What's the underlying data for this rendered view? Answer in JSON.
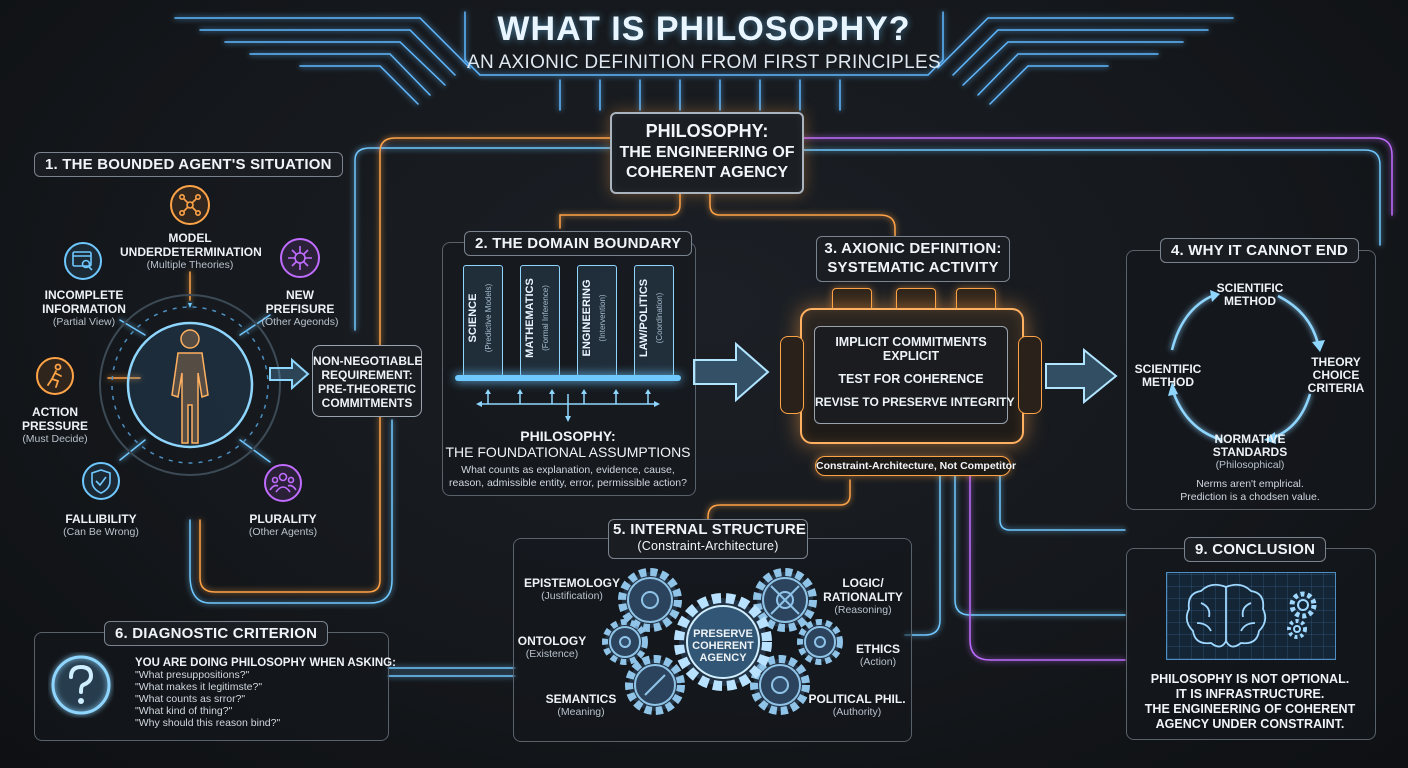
{
  "header": {
    "title": "WHAT IS PHILOSOPHY?",
    "subtitle": "AN AXIONIC DEFINITION FROM FIRST PRINCIPLES"
  },
  "center_box": {
    "line1": "PHILOSOPHY:",
    "line2": "THE ENGINEERING OF",
    "line3": "COHERENT AGENCY"
  },
  "section1": {
    "title": "1. THE BOUNDED AGENT'S SITUATION",
    "items": [
      {
        "name": "MODEL",
        "name2": "UNDERDETERMINATION",
        "note": "(Multiple Theories)"
      },
      {
        "name": "INCOMPLETE",
        "name2": "INFORMATION",
        "note": "(Partial View)"
      },
      {
        "name": "NEW",
        "name2": "PREFISURE",
        "note": "(Other Ageonds)"
      },
      {
        "name": "ACTION",
        "name2": "PRESSURE",
        "note": "(Must Decide)"
      },
      {
        "name": "FALLIBILITY",
        "name2": "",
        "note": "(Can Be Wrong)"
      },
      {
        "name": "PLURALITY",
        "name2": "",
        "note": "(Other Agents)"
      }
    ]
  },
  "requirement": {
    "line1": "NON-NEGOTIABLE",
    "line2": "REQUIREMENT:",
    "line3": "PRE-THEORETIC",
    "line4": "COMMITMENTS"
  },
  "section2": {
    "title": "2. THE DOMAIN BOUNDARY",
    "pillars": [
      {
        "name": "SCIENCE",
        "note": "(Predictive Models)"
      },
      {
        "name": "MATHEMATICS",
        "note": "(Formal Inference)"
      },
      {
        "name": "ENGINEERING",
        "note": "(Intervention)"
      },
      {
        "name": "LAW/POLITICS",
        "note": "(Coordination)"
      }
    ],
    "foundation_line1": "PHILOSOPHY:",
    "foundation_line2": "THE FOUNDATIONAL ASSUMPTIONS",
    "desc_line1": "What counts as explanation, evidence, cause,",
    "desc_line2": "reason, admissible entity, error, permissible action?"
  },
  "section3": {
    "title_line1": "3. AXIONIC DEFINITION:",
    "title_line2": "SYSTEMATIC ACTIVITY",
    "steps": [
      "IMPLICIT COMMITMENTS",
      "EXPLICIT",
      "TEST FOR COHERENCE",
      "REVISE TO PRESERVE INTEGRITY"
    ],
    "footer": "Constraint-Architecture, Not Competitor"
  },
  "section4": {
    "title": "4. WHY IT CANNOT END",
    "top_line1": "SCIENTIFIC",
    "top_line2": "METHOD",
    "left_line1": "SCIENTIFIC",
    "left_line2": "METHOD",
    "right_line1": "THEORY",
    "right_line2": "CHOICE",
    "right_line3": "CRITERIA",
    "bottom_line1": "NORMATIVE",
    "bottom_line2": "STANDARDS",
    "bottom_note": "(Philosophical)",
    "foot_line1": "Nerms aren't emplrical.",
    "foot_line2": "Prediction is a chodsen value."
  },
  "section5": {
    "title_line1": "5. INTERNAL STRUCTURE",
    "title_line2": "(Constraint-Architecture)",
    "center_line1": "PRESERVE",
    "center_line2": "COHERENT",
    "center_line3": "AGENCY",
    "items": [
      {
        "name": "EPISTEMOLOGY",
        "name2": "",
        "note": "(Justification)"
      },
      {
        "name": "ONTOLOGY",
        "name2": "",
        "note": "(Existence)"
      },
      {
        "name": "SEMANTICS",
        "name2": "",
        "note": "(Meaning)"
      },
      {
        "name": "LOGIC/",
        "name2": "RATIONALITY",
        "note": "(Reasoning)"
      },
      {
        "name": "ETHICS",
        "name2": "",
        "note": "(Action)"
      },
      {
        "name": "POLITICAL PHIL.",
        "name2": "",
        "note": "(Authority)"
      }
    ]
  },
  "section6": {
    "title": "6. DIAGNOSTIC CRITERION",
    "heading": "YOU ARE DOING PHILOSOPHY WHEN ASKING:",
    "questions": [
      "\"What presuppositions?\"",
      "\"What makes it legitimste?\"",
      "\"What counts as srror?\"",
      "\"What kind of thing?\"",
      "\"Why should this reason bind?\""
    ]
  },
  "section9": {
    "title": "9. CONCLUSION",
    "line1": "PHILOSOPHY IS NOT OPTIONAL.",
    "line2": "IT IS INFRASTRUCTURE.",
    "line3": "THE ENGINEERING OF COHERENT",
    "line4": "AGENCY UNDER CONSTRAINT."
  },
  "colors": {
    "blue": "#6fc8ff",
    "orange": "#ffa347",
    "purple": "#c06cff",
    "background": "#15181c"
  },
  "icons": [
    "network-icon",
    "browser-search-icon",
    "virus-icon",
    "running-person-icon",
    "shield-check-icon",
    "group-icon",
    "human-figure-icon",
    "question-icon",
    "brain-icon",
    "gear-icon"
  ]
}
